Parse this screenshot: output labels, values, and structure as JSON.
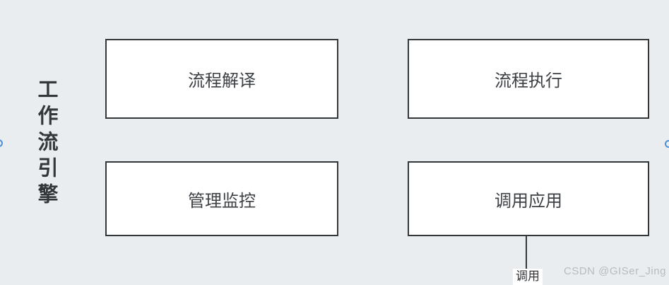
{
  "diagram": {
    "title": "工作流引擎",
    "boxes": [
      {
        "id": "flow-interpretation",
        "label": "流程解译"
      },
      {
        "id": "flow-execution",
        "label": "流程执行"
      },
      {
        "id": "management-monitoring",
        "label": "管理监控"
      },
      {
        "id": "invoke-application",
        "label": "调用应用"
      }
    ],
    "edge": {
      "from": "invoke-application",
      "label": "调用"
    },
    "watermark": "CSDN @GISer_Jing",
    "colors": {
      "background": "#e9edf0",
      "box_fill": "#ffffff",
      "box_border": "#33373a",
      "box_text": "#3d4145",
      "title_text": "#33373a",
      "connection_handle": "#4d8fd6",
      "watermark": "#b7bcc1"
    }
  }
}
